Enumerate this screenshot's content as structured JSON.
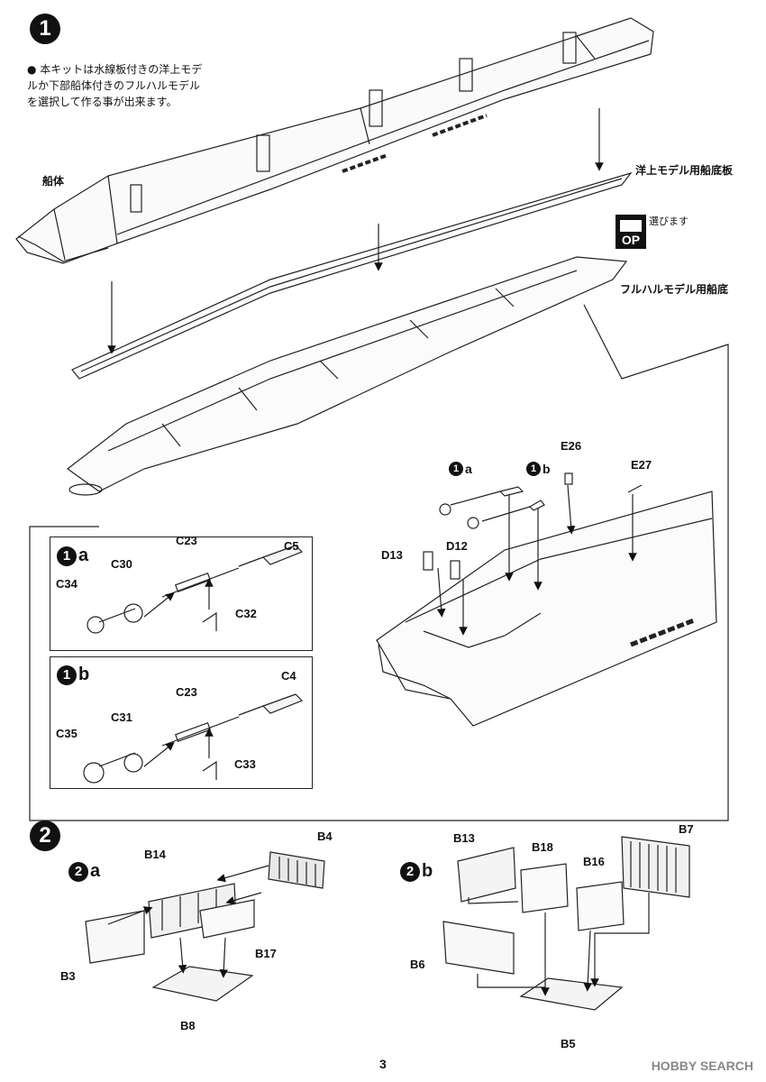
{
  "step1": {
    "number": "1",
    "note": "本キットは水線板付きの洋上モデルか下部船体付きのフルハルモデルを選択して作る事が出来ます。",
    "label_hull": "船体",
    "label_waterline_bottom": "洋上モデル用船底板",
    "label_option_text": "選びます",
    "label_fullhull_bottom": "フルハルモデル用船底",
    "option_icon": "OP",
    "sub_a": {
      "num": "1",
      "letter": "a"
    },
    "sub_b": {
      "num": "1",
      "letter": "b"
    },
    "parts_a": [
      "C5",
      "C23",
      "C30",
      "C34",
      "C32"
    ],
    "parts_b": [
      "C4",
      "C23",
      "C31",
      "C35",
      "C33"
    ],
    "parts_stern": [
      "E26",
      "E27",
      "D13",
      "D12"
    ],
    "stern_refs": {
      "a_num": "1",
      "a_letter": "a",
      "b_num": "1",
      "b_letter": "b"
    }
  },
  "step2": {
    "number": "2",
    "sub_a": {
      "num": "2",
      "letter": "a"
    },
    "sub_b": {
      "num": "2",
      "letter": "b"
    },
    "parts_a": [
      "B14",
      "B4",
      "B3",
      "B17",
      "B8"
    ],
    "parts_b": [
      "B13",
      "B18",
      "B16",
      "B7",
      "B6",
      "B5"
    ]
  },
  "page_number": "3",
  "watermark": "HOBBY SEARCH"
}
